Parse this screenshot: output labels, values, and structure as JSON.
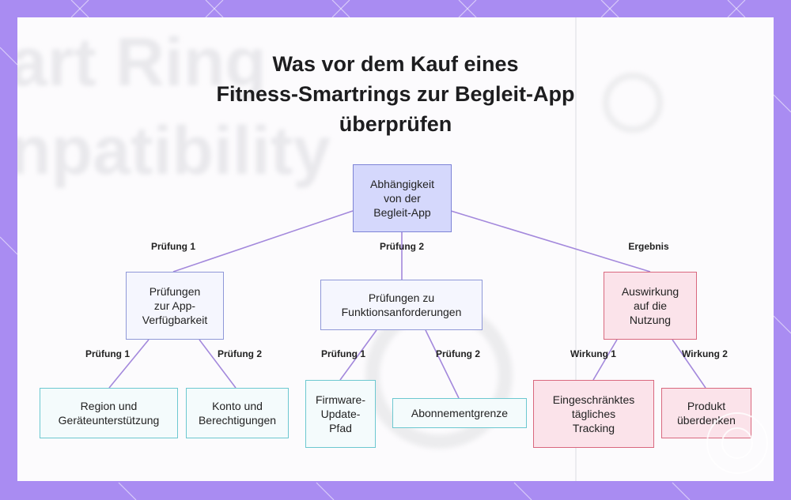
{
  "title": {
    "line1": "Was vor dem Kauf eines",
    "line2": "Fitness-Smartrings zur Begleit-App",
    "line3": "überprüfen"
  },
  "background_text": {
    "line1": "art Ring",
    "line2": "npatibility"
  },
  "colors": {
    "frame": "#a98cf2",
    "root_fill": "#d5d8fc",
    "blue_border": "#8f98d8",
    "red_fill": "#fbe3ea",
    "red_border": "#d9687e",
    "teal_border": "#6cc8d0",
    "edge": "#a388dc"
  },
  "nodes": {
    "root": "Abhängigkeit\nvon der\nBegleit-App",
    "app_availability": "Prüfungen\nzur App-\nVerfügbarkeit",
    "feature_requirements": "Prüfungen zu\nFunktionsanforderungen",
    "usage_impact": "Auswirkung\nauf die\nNutzung",
    "region_device": "Region und\nGeräteunterstützung",
    "account_permissions": "Konto und\nBerechtigungen",
    "firmware_path": "Firmware-\nUpdate-\nPfad",
    "subscription_limit": "Abonnementgrenze",
    "limited_tracking": "Eingeschränktes\ntägliches\nTracking",
    "reconsider_product": "Produkt\nüberdenken"
  },
  "edge_labels": {
    "root_to_availability": "Prüfung 1",
    "root_to_features": "Prüfung 2",
    "root_to_impact": "Ergebnis",
    "availability_to_region": "Prüfung 1",
    "availability_to_account": "Prüfung 2",
    "features_to_firmware": "Prüfung 1",
    "features_to_subscription": "Prüfung 2",
    "impact_to_tracking": "Wirkung 1",
    "impact_to_reconsider": "Wirkung 2"
  }
}
